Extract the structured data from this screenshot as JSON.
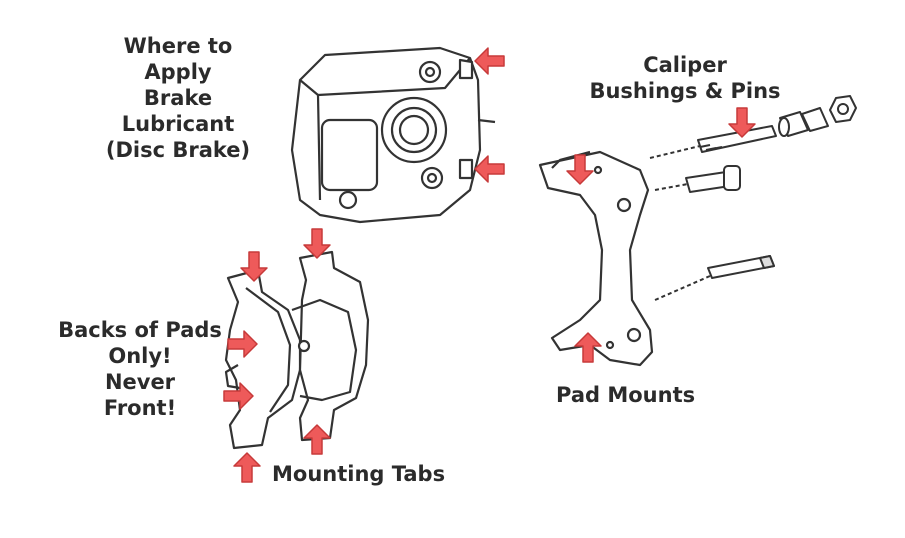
{
  "labels": {
    "lubricant": [
      "Where to",
      "Apply",
      "Brake",
      "Lubricant",
      "(Disc Brake)"
    ],
    "caliper_hardware": [
      "Caliper",
      "Bushings & Pins"
    ],
    "pad_backs": [
      "Backs of Pads",
      "Only!",
      "Never",
      "Front!"
    ],
    "pad_mounts": "Pad Mounts",
    "mounting_tabs": "Mounting Tabs"
  },
  "colors": {
    "arrow_fill": "#ee5a5a",
    "arrow_stroke": "#c73a3a",
    "line_art": "#333333",
    "text": "#2b2b2b"
  }
}
